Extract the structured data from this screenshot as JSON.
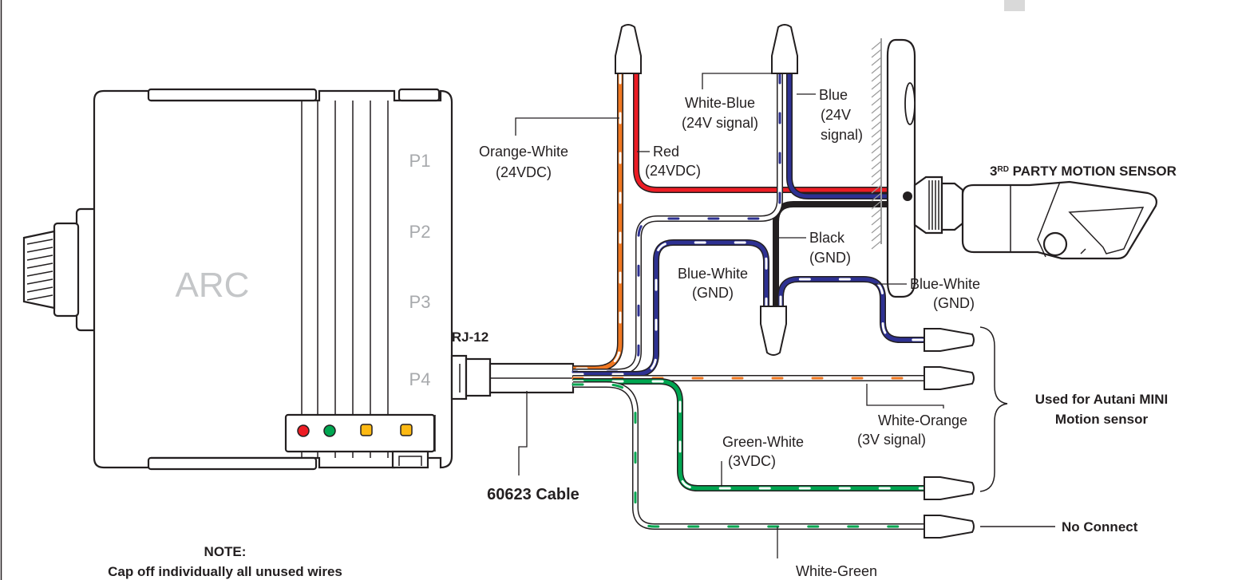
{
  "device": {
    "name": "ARC",
    "ports": [
      "P1",
      "P2",
      "P3",
      "P4"
    ],
    "connector_label": "RJ-12",
    "cable_label": "60623 Cable",
    "led_colors": [
      "#ed1c24",
      "#00a651",
      "#fdb913",
      "#fdb913"
    ]
  },
  "sensor": {
    "label_prefix": "3",
    "label_sup": "RD",
    "label_rest": " PARTY MOTION SENSOR"
  },
  "wires": {
    "orange_white": [
      "Orange-White",
      "(24VDC)"
    ],
    "red": [
      "Red",
      "(24VDC)"
    ],
    "white_blue": [
      "White-Blue",
      "(24V signal)"
    ],
    "blue": [
      "Blue",
      "(24V",
      "signal)"
    ],
    "black": [
      "Black",
      "(GND)"
    ],
    "blue_white_left": [
      "Blue-White",
      "(GND)"
    ],
    "blue_white_right": [
      "Blue-White",
      "(GND)"
    ],
    "white_orange": [
      "White-Orange",
      "(3V signal)"
    ],
    "green_white": [
      "Green-White",
      "(3VDC)"
    ],
    "white_green": "White-Green"
  },
  "group_label": [
    "Used for Autani MINI",
    "Motion sensor"
  ],
  "no_connect": "No Connect",
  "note": {
    "title": "NOTE:",
    "text": "Cap off individually all unused wires"
  },
  "wire_colors": {
    "orange": "#f07822",
    "red": "#ed1c24",
    "blue": "#2e3192",
    "black": "#231f20",
    "green": "#00a651"
  }
}
